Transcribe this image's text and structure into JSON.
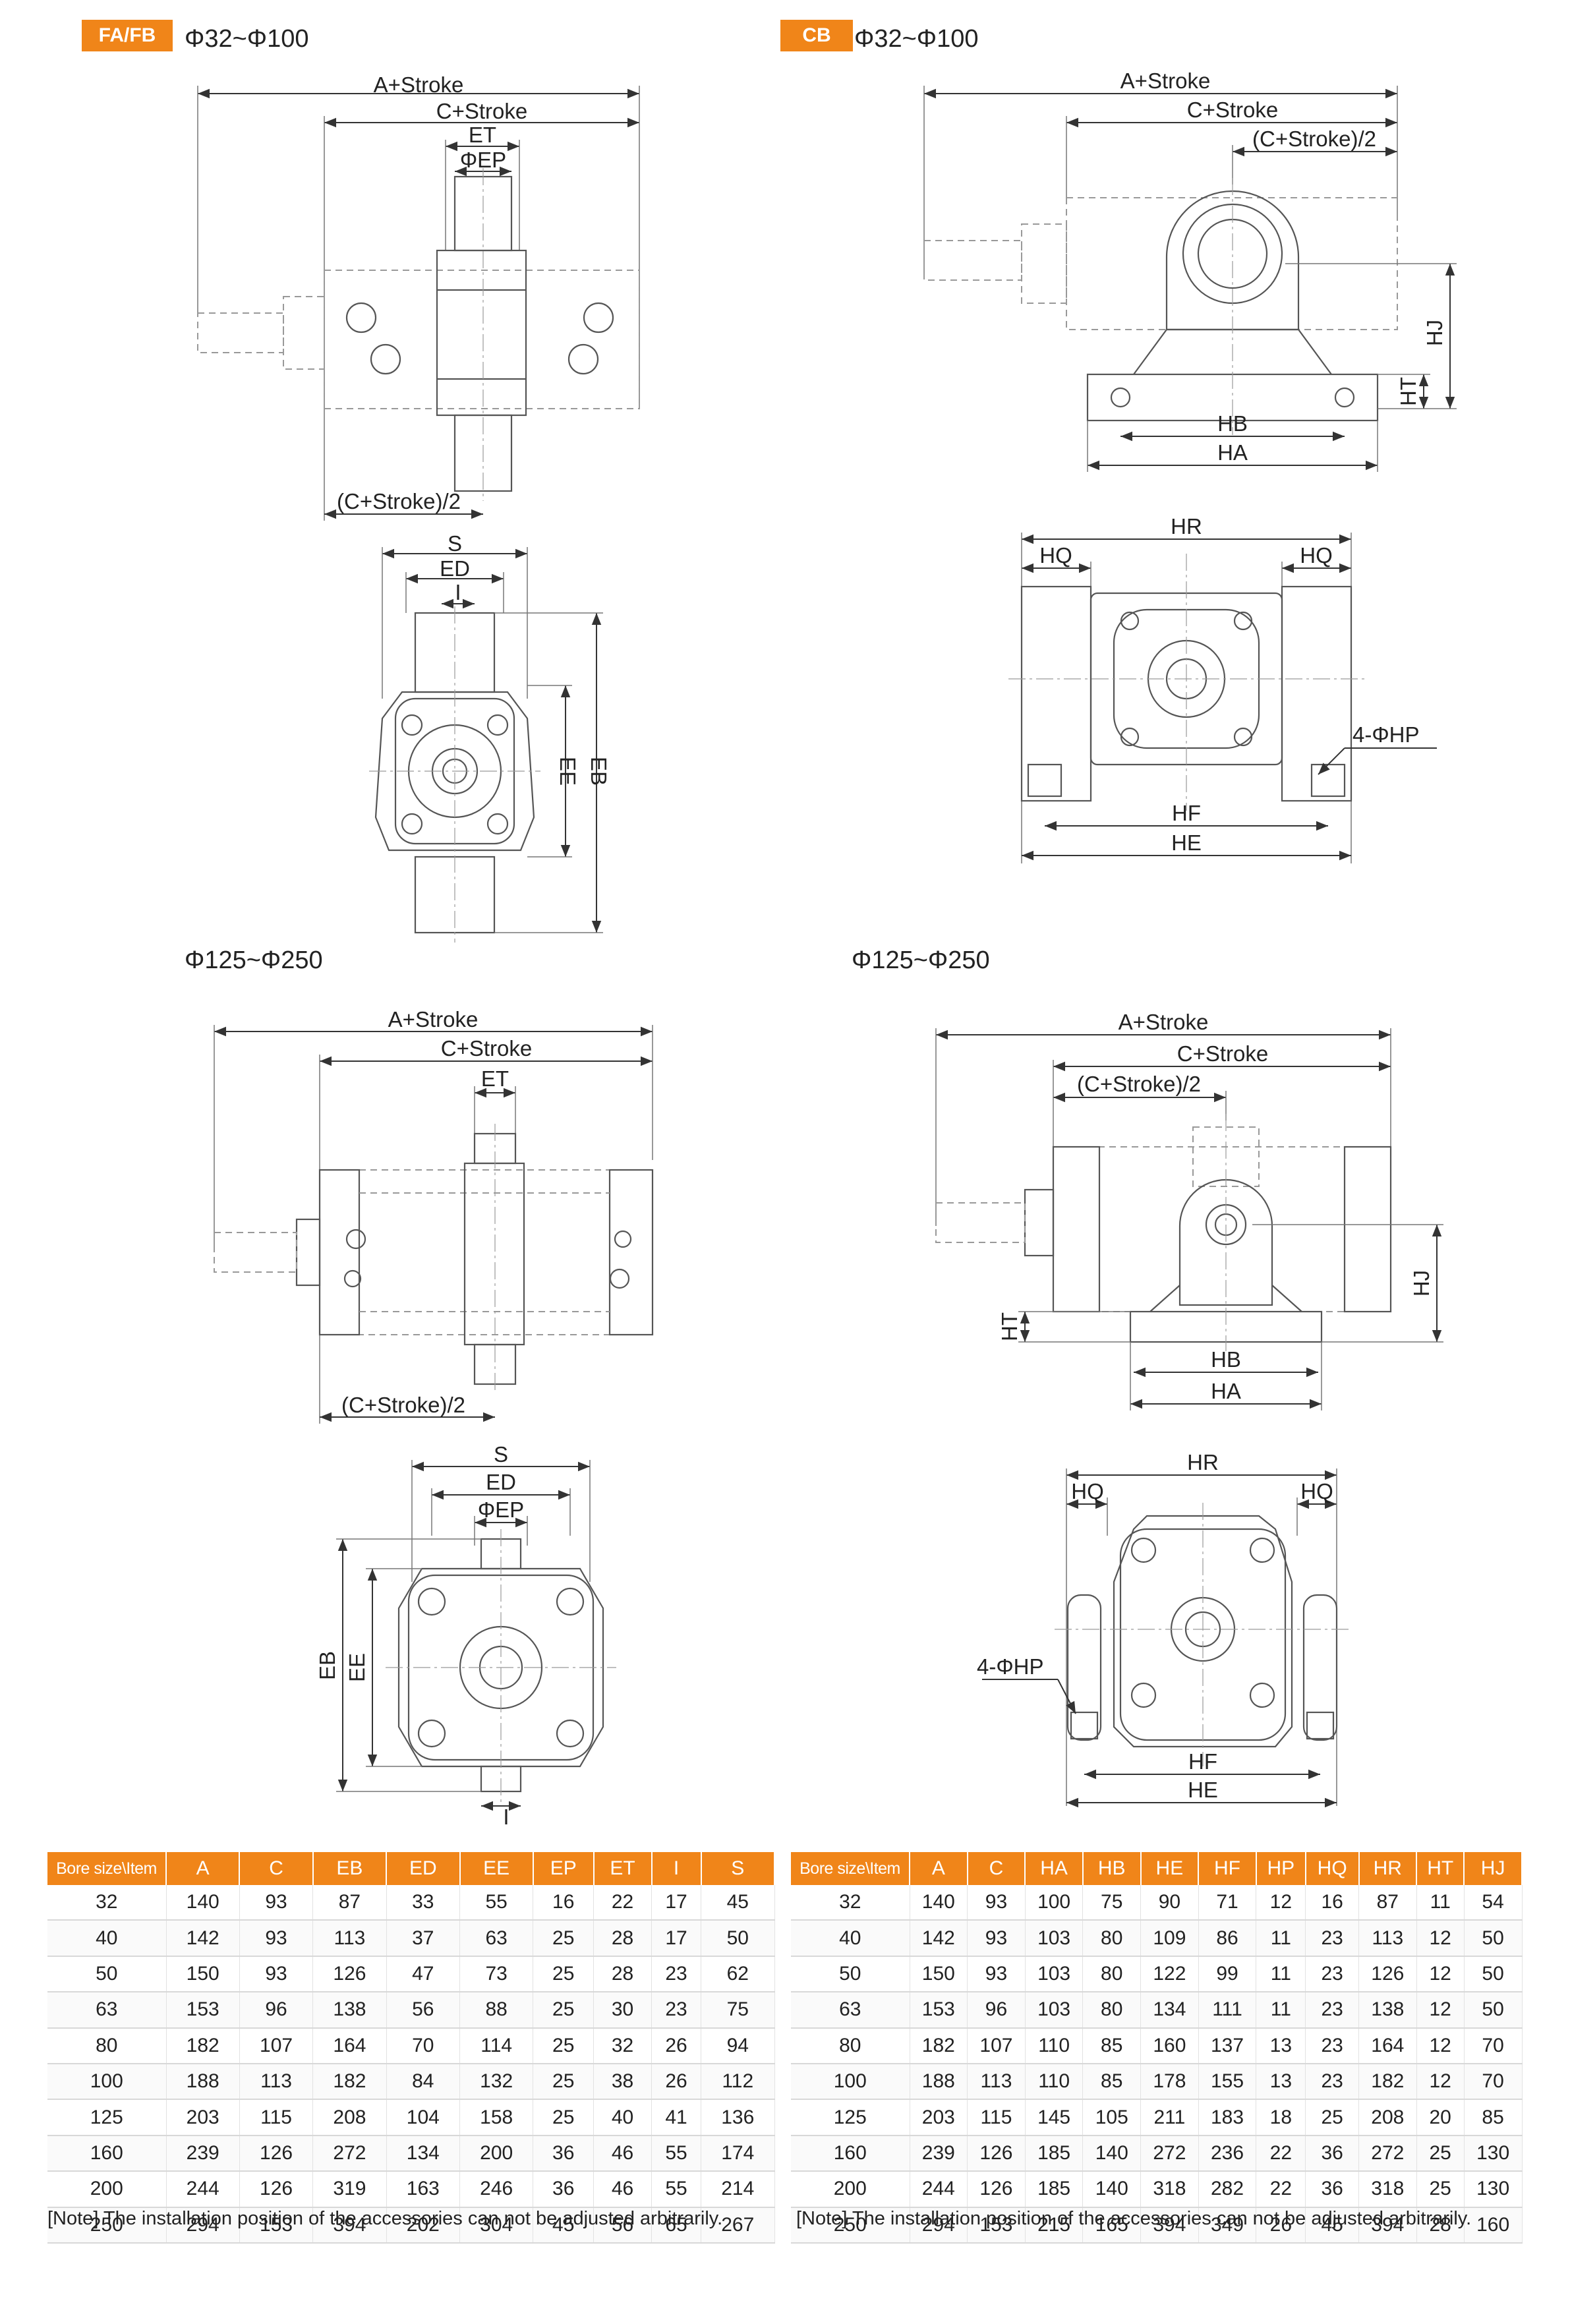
{
  "fa": {
    "badge": "FA/FB",
    "range_small": "Φ32~Φ100",
    "range_large": "Φ125~Φ250",
    "side_small": {
      "a_stroke": "A+Stroke",
      "c_stroke": "C+Stroke",
      "et": "ET",
      "ep": "ΦEP",
      "c_half": "(C+Stroke)/2"
    },
    "front_small": {
      "s": "S",
      "ed": "ED",
      "i": "I",
      "ee": "EE",
      "eb": "EB"
    },
    "side_large": {
      "a_stroke": "A+Stroke",
      "c_stroke": "C+Stroke",
      "et": "ET",
      "c_half": "(C+Stroke)/2"
    },
    "front_large": {
      "s": "S",
      "ed": "ED",
      "ep": "ΦEP",
      "eb": "EB",
      "ee": "EE",
      "i": "I"
    }
  },
  "cb": {
    "badge": "CB",
    "range_small": "Φ32~Φ100",
    "range_large": "Φ125~Φ250",
    "side_small": {
      "a_stroke": "A+Stroke",
      "c_stroke": "C+Stroke",
      "c_half": "(C+Stroke)/2",
      "hj": "HJ",
      "ht": "HT",
      "hb": "HB",
      "ha": "HA"
    },
    "top_small": {
      "hr": "HR",
      "hq_left": "HQ",
      "hq_right": "HQ",
      "hp": "4-ΦHP",
      "hf": "HF",
      "he": "HE"
    },
    "side_large": {
      "a_stroke": "A+Stroke",
      "c_stroke": "C+Stroke",
      "c_half": "(C+Stroke)/2",
      "hj": "HJ",
      "ht": "HT",
      "hb": "HB",
      "ha": "HA"
    },
    "top_large": {
      "hr": "HR",
      "hq_left": "HQ",
      "hq_right": "HQ",
      "hp": "4-ΦHP",
      "hf": "HF",
      "he": "HE"
    }
  },
  "table_fa": {
    "headers": [
      "Bore size\\Item",
      "A",
      "C",
      "EB",
      "ED",
      "EE",
      "EP",
      "ET",
      "I",
      "S"
    ],
    "rows": [
      [
        "32",
        "140",
        "93",
        "87",
        "33",
        "55",
        "16",
        "22",
        "17",
        "45"
      ],
      [
        "40",
        "142",
        "93",
        "113",
        "37",
        "63",
        "25",
        "28",
        "17",
        "50"
      ],
      [
        "50",
        "150",
        "93",
        "126",
        "47",
        "73",
        "25",
        "28",
        "23",
        "62"
      ],
      [
        "63",
        "153",
        "96",
        "138",
        "56",
        "88",
        "25",
        "30",
        "23",
        "75"
      ],
      [
        "80",
        "182",
        "107",
        "164",
        "70",
        "114",
        "25",
        "32",
        "26",
        "94"
      ],
      [
        "100",
        "188",
        "113",
        "182",
        "84",
        "132",
        "25",
        "38",
        "26",
        "112"
      ],
      [
        "125",
        "203",
        "115",
        "208",
        "104",
        "158",
        "25",
        "40",
        "41",
        "136"
      ],
      [
        "160",
        "239",
        "126",
        "272",
        "134",
        "200",
        "36",
        "46",
        "55",
        "174"
      ],
      [
        "200",
        "244",
        "126",
        "319",
        "163",
        "246",
        "36",
        "46",
        "55",
        "214"
      ],
      [
        "250",
        "294",
        "153",
        "394",
        "202",
        "304",
        "45",
        "56",
        "65",
        "267"
      ]
    ]
  },
  "table_cb": {
    "headers": [
      "Bore size\\Item",
      "A",
      "C",
      "HA",
      "HB",
      "HE",
      "HF",
      "HP",
      "HQ",
      "HR",
      "HT",
      "HJ"
    ],
    "rows": [
      [
        "32",
        "140",
        "93",
        "100",
        "75",
        "90",
        "71",
        "12",
        "16",
        "87",
        "11",
        "54"
      ],
      [
        "40",
        "142",
        "93",
        "103",
        "80",
        "109",
        "86",
        "11",
        "23",
        "113",
        "12",
        "50"
      ],
      [
        "50",
        "150",
        "93",
        "103",
        "80",
        "122",
        "99",
        "11",
        "23",
        "126",
        "12",
        "50"
      ],
      [
        "63",
        "153",
        "96",
        "103",
        "80",
        "134",
        "111",
        "11",
        "23",
        "138",
        "12",
        "50"
      ],
      [
        "80",
        "182",
        "107",
        "110",
        "85",
        "160",
        "137",
        "13",
        "23",
        "164",
        "12",
        "70"
      ],
      [
        "100",
        "188",
        "113",
        "110",
        "85",
        "178",
        "155",
        "13",
        "23",
        "182",
        "12",
        "70"
      ],
      [
        "125",
        "203",
        "115",
        "145",
        "105",
        "211",
        "183",
        "18",
        "25",
        "208",
        "20",
        "85"
      ],
      [
        "160",
        "239",
        "126",
        "185",
        "140",
        "272",
        "236",
        "22",
        "36",
        "272",
        "25",
        "130"
      ],
      [
        "200",
        "244",
        "126",
        "185",
        "140",
        "318",
        "282",
        "22",
        "36",
        "318",
        "25",
        "130"
      ],
      [
        "250",
        "294",
        "153",
        "215",
        "165",
        "394",
        "349",
        "26",
        "45",
        "394",
        "28",
        "160"
      ]
    ]
  },
  "note_fa": "[Note] The installation position of the accessories can not be adjusted arbitrarily.",
  "note_cb": "[Note] The installation position of the accessories can not be adjusted arbitrarily.",
  "colors": {
    "accent": "#f08519",
    "line": "#555555"
  }
}
